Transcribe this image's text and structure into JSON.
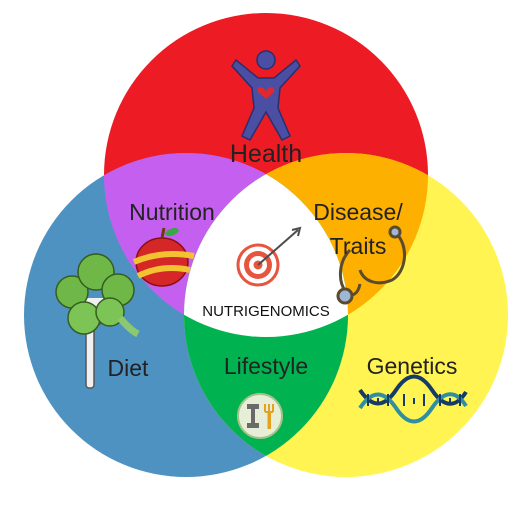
{
  "labels": {
    "health": "Health",
    "nutrition": "Nutrition",
    "disease_line1": "Disease/",
    "disease_line2": "Traits",
    "diet": "Diet",
    "genetics": "Genetics",
    "lifestyle": "Lifestyle",
    "center": "NUTRIGENOMICS"
  },
  "colors": {
    "health": "#ed1c24",
    "diet": "#4e92c2",
    "genetics": "#fff451",
    "nutrition": "#c55ff0",
    "disease_traits": "#fdb000",
    "lifestyle": "#00b350",
    "center": "#ffffff"
  },
  "icons": {
    "health": "human-figure-heart-icon",
    "nutrition": "apple-measuring-tape-icon",
    "disease_traits": "stethoscope-icon",
    "diet": "broccoli-fork-icon",
    "genetics": "dna-helix-icon",
    "lifestyle": "dumbbell-fork-icon",
    "center": "target-arrow-icon"
  }
}
